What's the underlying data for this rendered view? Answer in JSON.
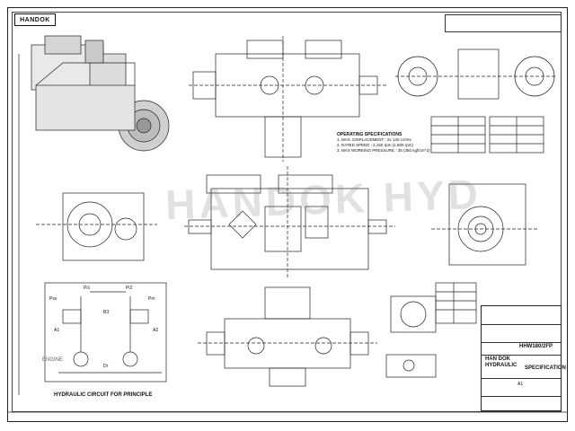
{
  "header": {
    "logo_text": "HANDOK"
  },
  "watermark": "HANDOK HYD",
  "specifications": {
    "heading": "OPERATING SPECIFICATIONS",
    "items": [
      "1. MAX. DISPLACEMENT : 2x 140 cc/rev",
      "2. RATED SPEED : 2,150 rpm (1,800 rpm)",
      "3. MAX WORKING PRESSURE : 35 (350 kgf/cm^2)"
    ]
  },
  "circuit": {
    "caption": "HYDRAULIC CIRCUIT FOR PRINCIPLE",
    "engine_label": "ENGINE",
    "port_labels": [
      "Pi1",
      "Pi2",
      "A1",
      "A2",
      "B3",
      "Dr",
      "Psv",
      "Pm"
    ]
  },
  "title_block": {
    "model": "HHW180/2FP",
    "doc_type": "SPECIFICATION",
    "company_line1": "HAN DOK",
    "company_line2": "HYDRAULIC",
    "sheet_size": "A1"
  },
  "colors": {
    "line": "#222222",
    "watermark": "#787878",
    "background": "#ffffff"
  }
}
